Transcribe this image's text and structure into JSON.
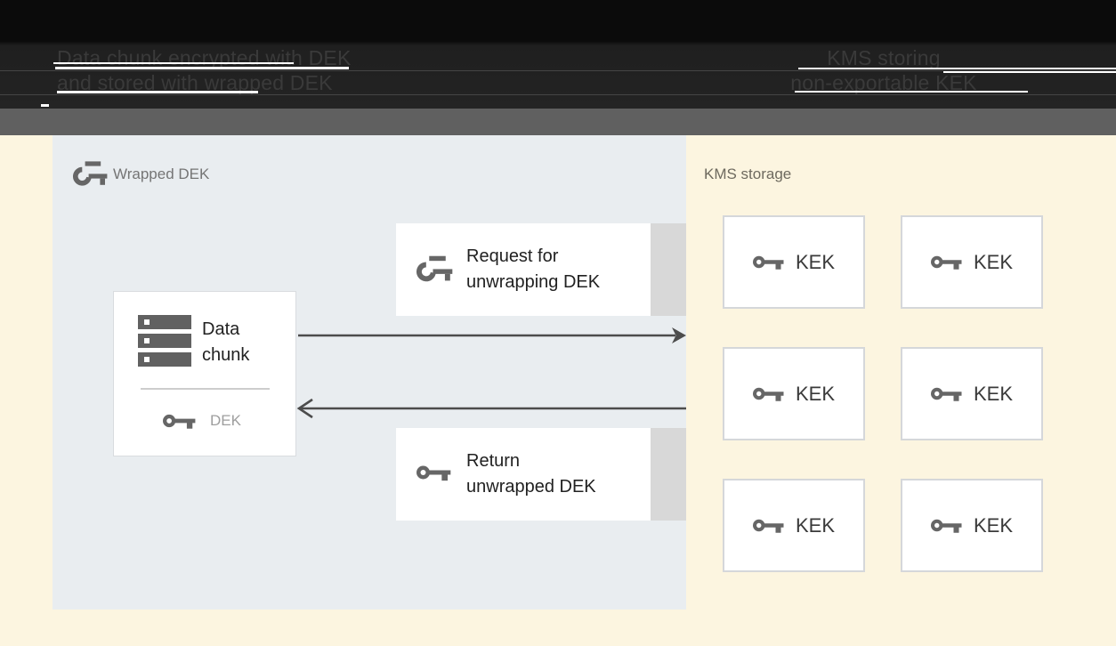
{
  "header": {
    "caption_left": {
      "lines": [
        "Data chunk encrypted with DEK",
        "and stored with wrapped DEK"
      ]
    },
    "caption_right": {
      "lines": [
        "KMS storing",
        "non-exportable KEK"
      ]
    }
  },
  "panel": {
    "label": "Wrapped DEK",
    "data_chunk_box": {
      "lines": [
        "Data",
        "chunk"
      ],
      "key_label": "DEK"
    },
    "request_box": {
      "lines": [
        "Request for",
        "unwrapping DEK"
      ]
    },
    "return_box": {
      "lines": [
        "Return",
        "unwrapped DEK"
      ]
    }
  },
  "kms": {
    "label": "KMS storage",
    "kek_boxes": [
      "KEK",
      "KEK",
      "KEK",
      "KEK",
      "KEK",
      "KEK"
    ]
  },
  "icons": {
    "wrapped_key": "wrapped-key-icon",
    "solid_key": "key-icon",
    "data_chunk": "storage-stack-icon",
    "arrow_request": "arrow-right-icon",
    "arrow_return": "arrow-left-icon"
  },
  "colors": {
    "background_cream": "#FCF5E0",
    "panel_bluegray": "#E9EDF0",
    "header_black": "#1A1A1A",
    "gray_strip": "#606060",
    "node_white": "#FFFFFF",
    "node_shadow_strip": "#D8D8D8",
    "box_border": "#D5D7DA",
    "icon_gray": "#666666",
    "arrow_gray": "#4C4C4C",
    "text_dark": "#212121",
    "text_gray_label": "#757575",
    "text_dek_gray": "#9E9E9E",
    "kms_label_gray": "#6E6A5F"
  }
}
